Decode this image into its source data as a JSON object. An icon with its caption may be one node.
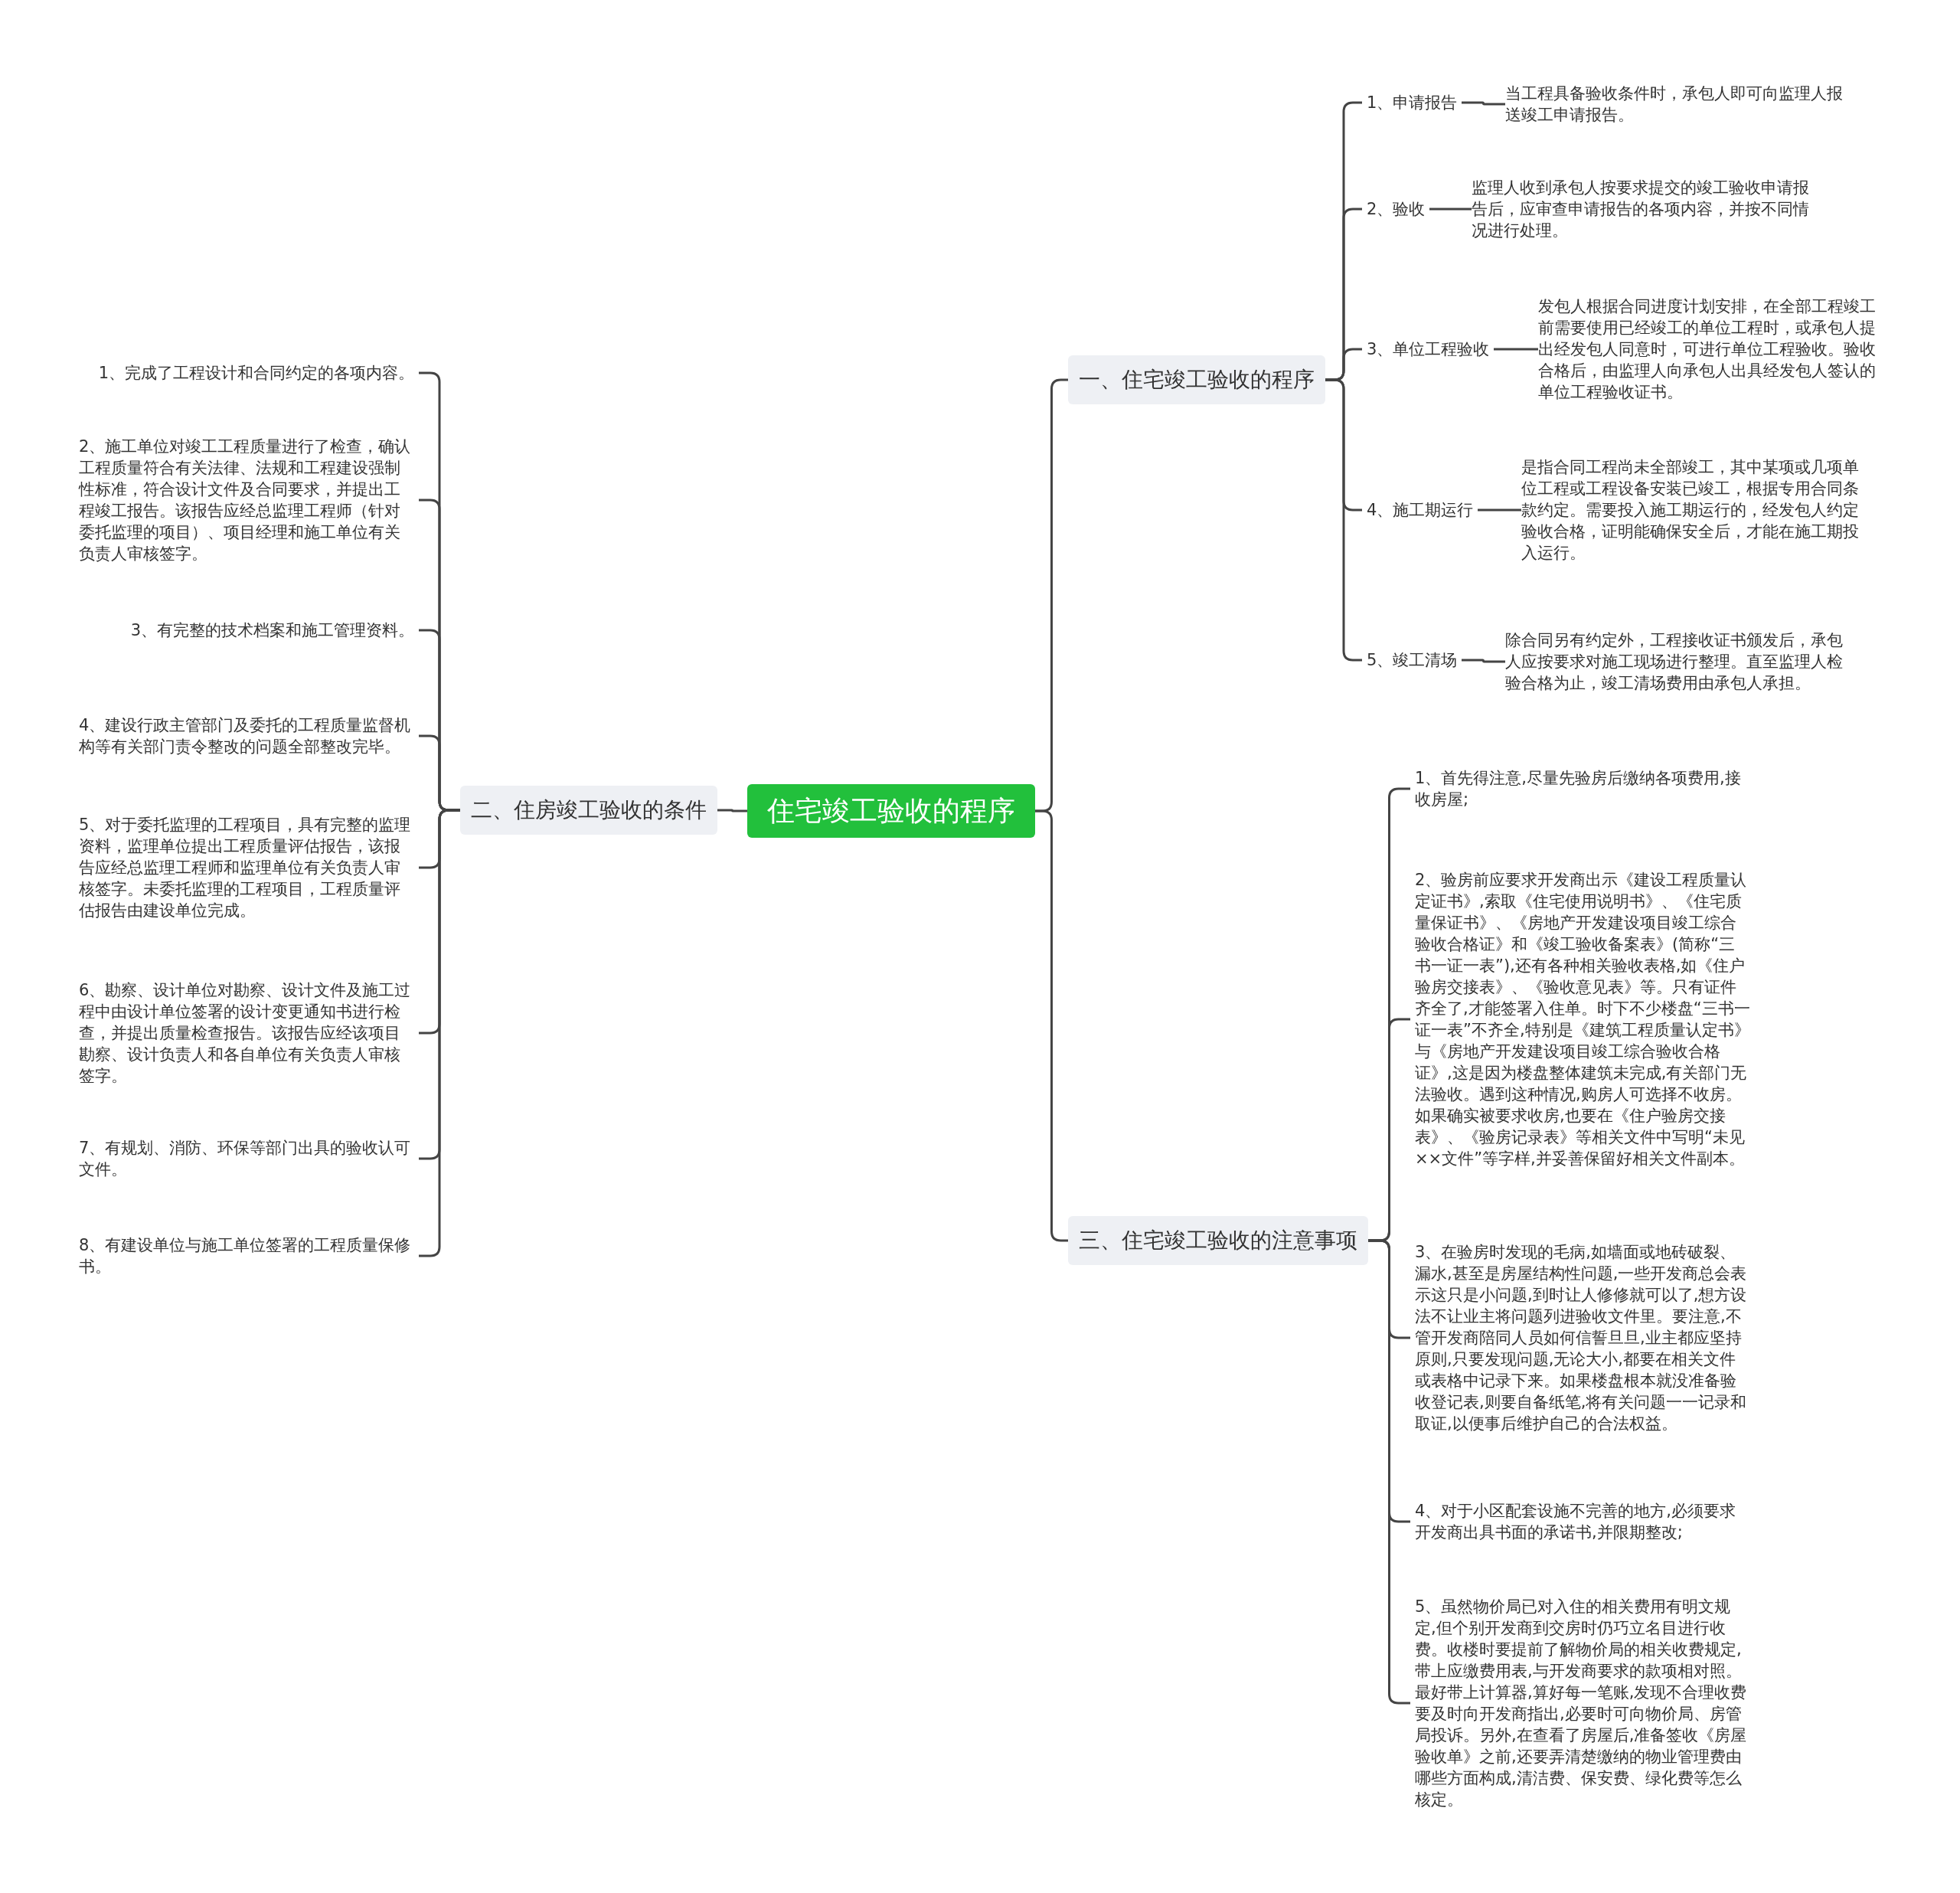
{
  "diagram": {
    "nodes": [
      {
        "text": [
          "住宅竣工验收的程序"
        ]
      },
      {
        "text": [
          "一、住宅竣工验收的程序"
        ]
      },
      {
        "text": [
          "1、申请报告"
        ]
      },
      {
        "text": [
          "当工程具备验收条件时，承包人即可向监理人报送竣工申请报告。"
        ]
      },
      {
        "text": [
          "2、验收"
        ]
      },
      {
        "text": [
          "监理人收到承包人按要求提交的竣工验收申请报告后，应审查申请报告的各项内容，并按不同情况进行处理。"
        ]
      },
      {
        "text": [
          "3、单位工程验收"
        ]
      },
      {
        "text": [
          "发包人根据合同进度计划安排，在全部工程竣工前需要使用已经竣工的单位工程时，或承包人提出经发包人同意时，可进行单位工程验收。验收合格后，由监理人向承包人出具经发包人签认的单位工程验收证书。"
        ]
      },
      {
        "text": [
          "4、施工期运行"
        ]
      },
      {
        "text": [
          "是指合同工程尚未全部竣工，其中某项或几项单位工程或工程设备安装已竣工，根据专用合同条款约定。需要投入施工期运行的，经发包人约定验收合格，证明能确保安全后，才能在施工期投入运行。"
        ]
      },
      {
        "text": [
          "5、竣工清场"
        ]
      },
      {
        "text": [
          "除合同另有约定外，工程接收证书颁发后，承包人应按要求对施工现场进行整理。直至监理人检验合格为止，竣工清场费用由承包人承担。"
        ]
      },
      {
        "text": [
          "二、住房竣工验收的条件"
        ]
      },
      {
        "text": [
          "1、完成了工程设计和合同约定的各项内容。"
        ]
      },
      {
        "text": [
          "2、施工单位对竣工工程质量进行了检查，确认工程质量符合有关法律、法规和工程建设强制性标准，符合设计文件及合同要求，并提出工程竣工报告。该报告应经总监理工程师（针对委托监理的项目）、项目经理和施工单位有关负责人审核签字。"
        ]
      },
      {
        "text": [
          "3、有完整的技术档案和施工管理资料。"
        ]
      },
      {
        "text": [
          "4、建设行政主管部门及委托的工程质量监督机构等有关部门责令整改的问题全部整改完毕。"
        ]
      },
      {
        "text": [
          "5、对于委托监理的工程项目，具有完整的监理资料，监理单位提出工程质量评估报告，该报告应经总监理工程师和监理单位有关负责人审核签字。未委托监理的工程项目，工程质量评估报告由建设单位完成。"
        ]
      },
      {
        "text": [
          "6、勘察、设计单位对勘察、设计文件及施工过程中由设计单位签署的设计变更通知书进行检查，并提出质量检查报告。该报告应经该项目勘察、设计负责人和各自单位有关负责人审核签字。"
        ]
      },
      {
        "text": [
          "7、有规划、消防、环保等部门出具的验收认可文件。"
        ]
      },
      {
        "text": [
          "8、有建设单位与施工单位签署的工程质量保修书。"
        ]
      },
      {
        "text": [
          "三、住宅竣工验收的注意事项"
        ]
      },
      {
        "text": [
          "1、首先得注意,尽量先验房后缴纳各项费用,接收房屋;"
        ]
      },
      {
        "text": [
          "2、验房前应要求开发商出示《建设工程质量认定证书》,索取《住宅使用说明书》、《住宅质量保证书》、《房地产开发建设项目竣工综合验收合格证》和《竣工验收备案表》(简称“三书一证一表”),还有各种相关验收表格,如《住户验房交接表》、《验收意见表》等。只有证件齐全了,才能签署入住单。时下不少楼盘“三书一证一表”不齐全,特别是《建筑工程质量认定书》与《房地产开发建设项目竣工综合验收合格证》,这是因为楼盘整体建筑未完成,有关部门无法验收。遇到这种情况,购房人可选择不收房。如果确实被要求收房,也要在《住户验房交接表》、《验房记录表》等相关文件中写明“未见××文件”等字样,并妥善保留好相关文件副本。"
        ]
      },
      {
        "text": [
          "3、在验房时发现的毛病,如墙面或地砖破裂、漏水,甚至是房屋结构性问题,一些开发商总会表示这只是小问题,到时让人修修就可以了,想方设法不让业主将问题列进验收文件里。要注意,不管开发商陪同人员如何信誓旦旦,业主都应坚持原则,只要发现问题,无论大小,都要在相关文件或表格中记录下来。如果楼盘根本就没准备验收登记表,则要自备纸笔,将有关问题一一记录和取证,以便事后维护自己的合法权益。"
        ]
      },
      {
        "text": [
          "4、对于小区配套设施不完善的地方,必须要求开发商出具书面的承诺书,并限期整改;"
        ]
      },
      {
        "text": [
          "5、虽然物价局已对入住的相关费用有明文规定,但个别开发商到交房时仍巧立名目进行收费。收楼时要提前了解物价局的相关收费规定,带上应缴费用表,与开发商要求的款项相对照。最好带上计算器,算好每一笔账,发现不合理收费要及时向开发商指出,必要时可向物价局、房管局投诉。另外,在查看了房屋后,准备签收《房屋验收单》之前,还要弄清楚缴纳的物业管理费由哪些方面构成,清洁费、保安费、绿化费等怎么核定。"
        ]
      }
    ],
    "edges": [
      {
        "from": 0,
        "to": 1,
        "arrow": "none"
      },
      {
        "from": 1,
        "to": 2,
        "arrow": "none"
      },
      {
        "from": 2,
        "to": 3,
        "arrow": "none"
      },
      {
        "from": 1,
        "to": 4,
        "arrow": "none"
      },
      {
        "from": 4,
        "to": 5,
        "arrow": "none"
      },
      {
        "from": 1,
        "to": 6,
        "arrow": "none"
      },
      {
        "from": 6,
        "to": 7,
        "arrow": "none"
      },
      {
        "from": 1,
        "to": 8,
        "arrow": "none"
      },
      {
        "from": 8,
        "to": 9,
        "arrow": "none"
      },
      {
        "from": 1,
        "to": 10,
        "arrow": "none"
      },
      {
        "from": 10,
        "to": 11,
        "arrow": "none"
      },
      {
        "from": 0,
        "to": 12,
        "arrow": "none"
      },
      {
        "from": 12,
        "to": 13,
        "arrow": "none"
      },
      {
        "from": 12,
        "to": 14,
        "arrow": "none"
      },
      {
        "from": 12,
        "to": 15,
        "arrow": "none"
      },
      {
        "from": 12,
        "to": 16,
        "arrow": "none"
      },
      {
        "from": 12,
        "to": 17,
        "arrow": "none"
      },
      {
        "from": 12,
        "to": 18,
        "arrow": "none"
      },
      {
        "from": 12,
        "to": 19,
        "arrow": "none"
      },
      {
        "from": 12,
        "to": 20,
        "arrow": "none"
      },
      {
        "from": 0,
        "to": 21,
        "arrow": "none"
      },
      {
        "from": 21,
        "to": 22,
        "arrow": "none"
      },
      {
        "from": 21,
        "to": 23,
        "arrow": "none"
      },
      {
        "from": 21,
        "to": 24,
        "arrow": "none"
      },
      {
        "from": 21,
        "to": 25,
        "arrow": "none"
      },
      {
        "from": 21,
        "to": 26,
        "arrow": "none"
      }
    ]
  }
}
